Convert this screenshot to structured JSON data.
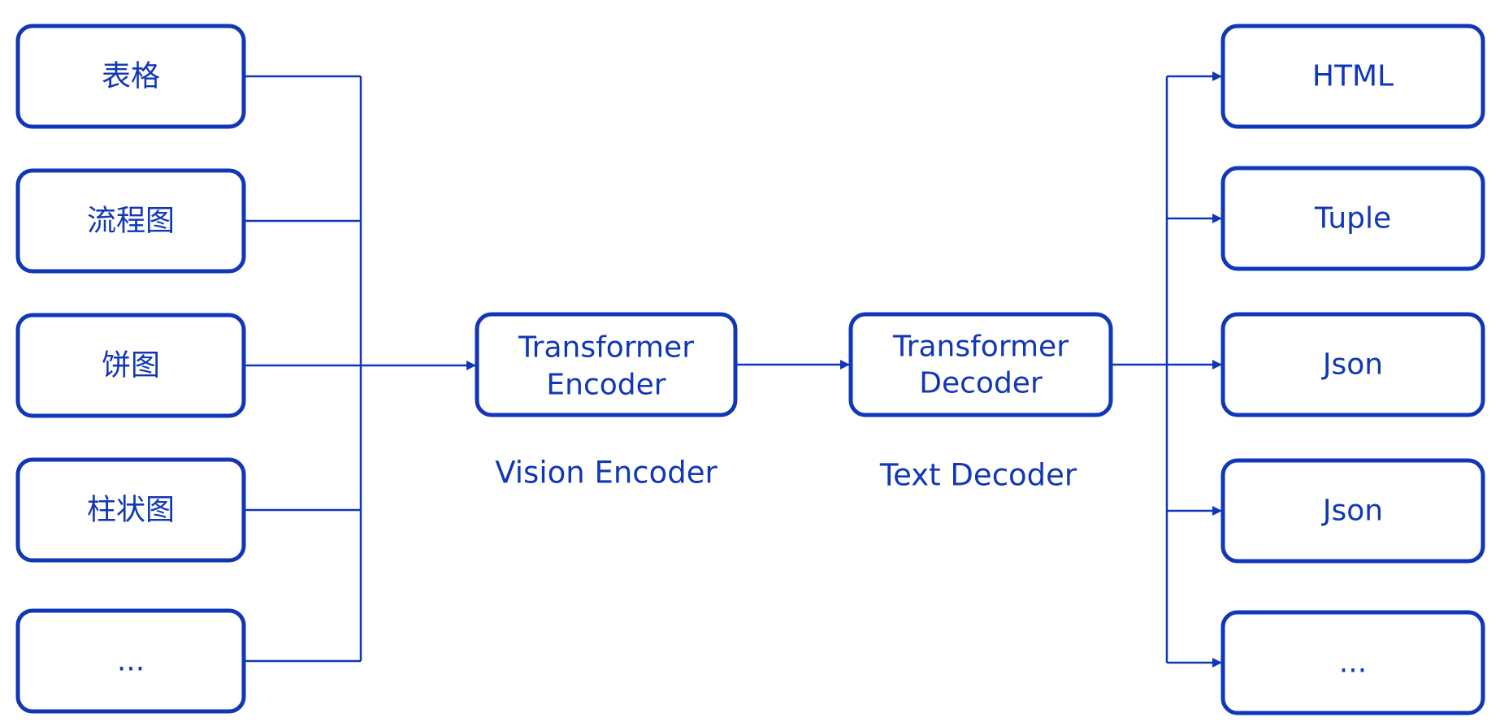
{
  "colors": {
    "stroke": "#1137B8",
    "text": "#1137B8",
    "background": "#ffffff"
  },
  "inputs": [
    "表格",
    "流程图",
    "饼图",
    "柱状图",
    "..."
  ],
  "encoder": {
    "line1": "Transformer",
    "line2": "Encoder",
    "caption": "Vision Encoder"
  },
  "decoder": {
    "line1": "Transformer",
    "line2": "Decoder",
    "caption": "Text Decoder"
  },
  "outputs": [
    "HTML",
    "Tuple",
    "Json",
    "Json",
    "..."
  ]
}
